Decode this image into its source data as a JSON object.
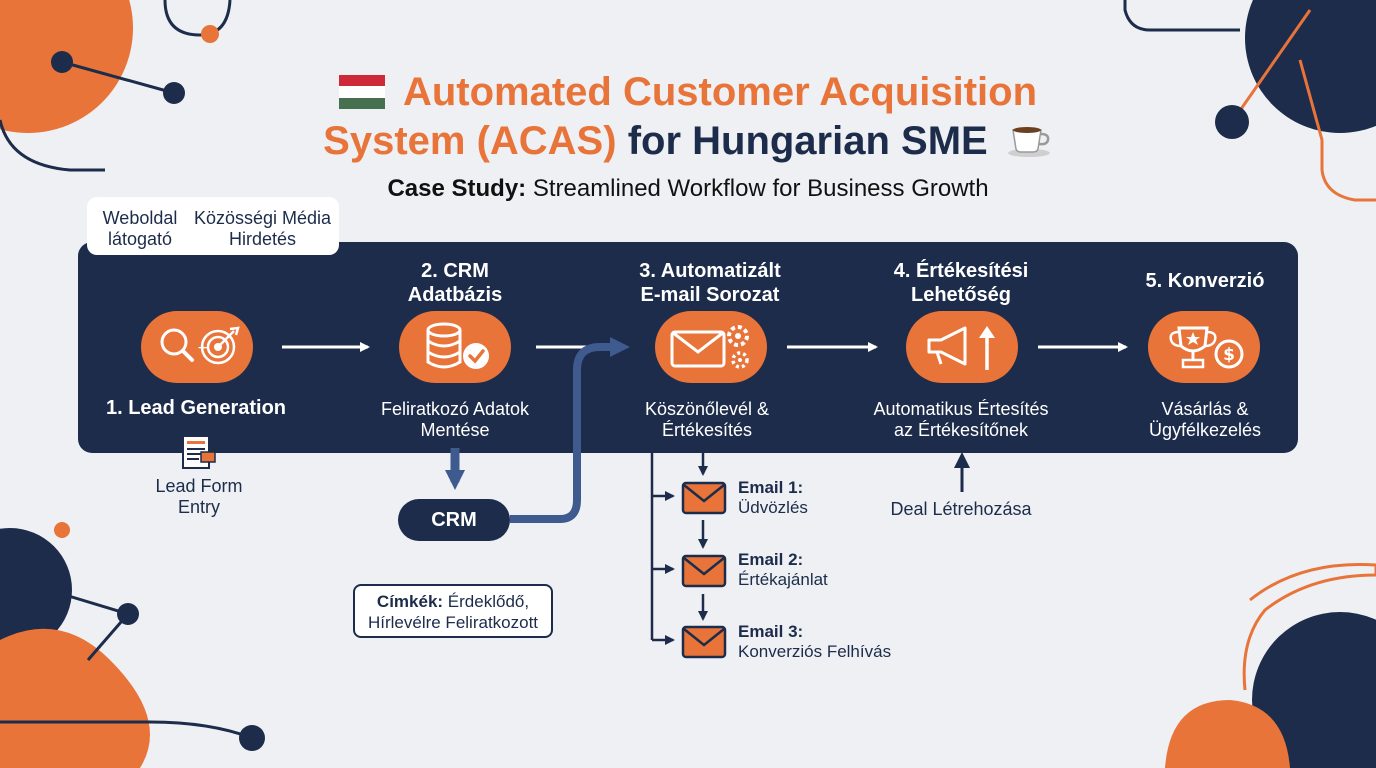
{
  "header": {
    "title_part1": "Automated Customer Acquisition",
    "title_part2a": "System (ACAS)",
    "title_part2b": "for Hungarian SME",
    "subtitle_bold": "Case Study:",
    "subtitle_rest": "Streamlined Workflow for Business Growth",
    "flag_colors": [
      "#ce2939",
      "#ffffff",
      "#477050"
    ]
  },
  "sources": {
    "website": "Weboldal\nlátogató",
    "social": "Közösségi Média\nHirdetés"
  },
  "steps": [
    {
      "title": "1. Lead Generation",
      "desc": "",
      "icon": "magnifier-target-icon"
    },
    {
      "title": "2. CRM\nAdatbázis",
      "desc": "Feliratkozó Adatok\nMentése",
      "icon": "database-check-icon"
    },
    {
      "title": "3. Automatizált\nE-mail Sorozat",
      "desc": "Köszönőlevél &\nÉrtékesítés",
      "icon": "envelope-gears-icon"
    },
    {
      "title": "4. Értékesítési\nLehetőség",
      "desc": "Automatikus Értesítés\naz Értékesítőnek",
      "icon": "megaphone-arrow-icon"
    },
    {
      "title": "5. Konverzió",
      "desc": "Vásárlás &\nÜgyfélkezelés",
      "icon": "trophy-coin-icon"
    }
  ],
  "lead_form": "Lead Form\nEntry",
  "crm_pill": "CRM",
  "tags": {
    "bold": "Címkék:",
    "rest": "Érdeklődő,\nHírlevélre Feliratkozott"
  },
  "emails": [
    {
      "title": "Email 1:",
      "text": "Üdvözlés"
    },
    {
      "title": "Email 2:",
      "text": "Értékajánlat"
    },
    {
      "title": "Email 3:",
      "text": "Konverziós Felhívás"
    }
  ],
  "deal": "Deal Létrehozása",
  "colors": {
    "navy": "#1c2c4a",
    "orange": "#e8743a",
    "background": "#eef0f4",
    "arrow_blue": "#3f5a8f"
  }
}
